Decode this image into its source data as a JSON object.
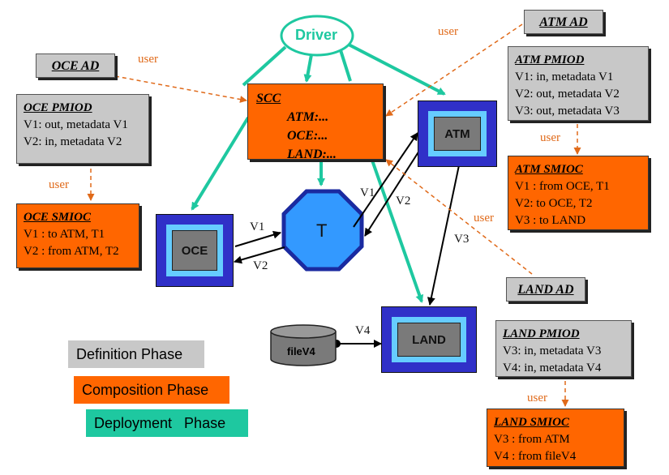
{
  "driver": {
    "label": "Driver"
  },
  "transformer": {
    "label": "T"
  },
  "scc": {
    "title": "SCC",
    "lines": [
      "ATM:...",
      "OCE:...",
      "LAND:..."
    ]
  },
  "components": {
    "oce": "OCE",
    "atm": "ATM",
    "land": "LAND"
  },
  "file": {
    "label": "fileV4"
  },
  "oce_ad": {
    "title": "OCE AD"
  },
  "oce_pmiod": {
    "title": "OCE PMIOD",
    "lines": [
      "V1: out, metadata V1",
      "V2: in, metadata V2"
    ]
  },
  "oce_smioc": {
    "title": "OCE SMIOC",
    "lines": [
      "V1 : to ATM, T1",
      "V2 : from ATM, T2"
    ]
  },
  "atm_ad": {
    "title": "ATM AD"
  },
  "atm_pmiod": {
    "title": "ATM PMIOD",
    "lines": [
      "V1: in, metadata V1",
      "V2: out, metadata V2",
      "V3: out, metadata V3"
    ]
  },
  "atm_smioc": {
    "title": "ATM SMIOC",
    "lines": [
      "V1 : from OCE, T1",
      "V2: to OCE, T2",
      "V3 : to LAND"
    ]
  },
  "land_ad": {
    "title": "LAND AD"
  },
  "land_pmiod": {
    "title": "LAND PMIOD",
    "lines": [
      "V3: in, metadata V3",
      "V4: in, metadata V4"
    ]
  },
  "land_smioc": {
    "title": "LAND SMIOC",
    "lines": [
      "V3 : from ATM",
      "V4 : from fileV4"
    ]
  },
  "edge_labels": {
    "v1_oce": "V1",
    "v2_oce": "V2",
    "v1_atm": "V1",
    "v2_atm": "V2",
    "v3": "V3",
    "v4": "V4"
  },
  "user_label": "user",
  "legend": {
    "definition": "Definition Phase",
    "composition": "Composition Phase",
    "deployment": "Deployment   Phase"
  },
  "colors": {
    "definition": "#c8c8c8",
    "composition": "#ff6600",
    "deployment": "#1ec8a0",
    "user": "#e06a1a",
    "component": "#3030c8"
  }
}
